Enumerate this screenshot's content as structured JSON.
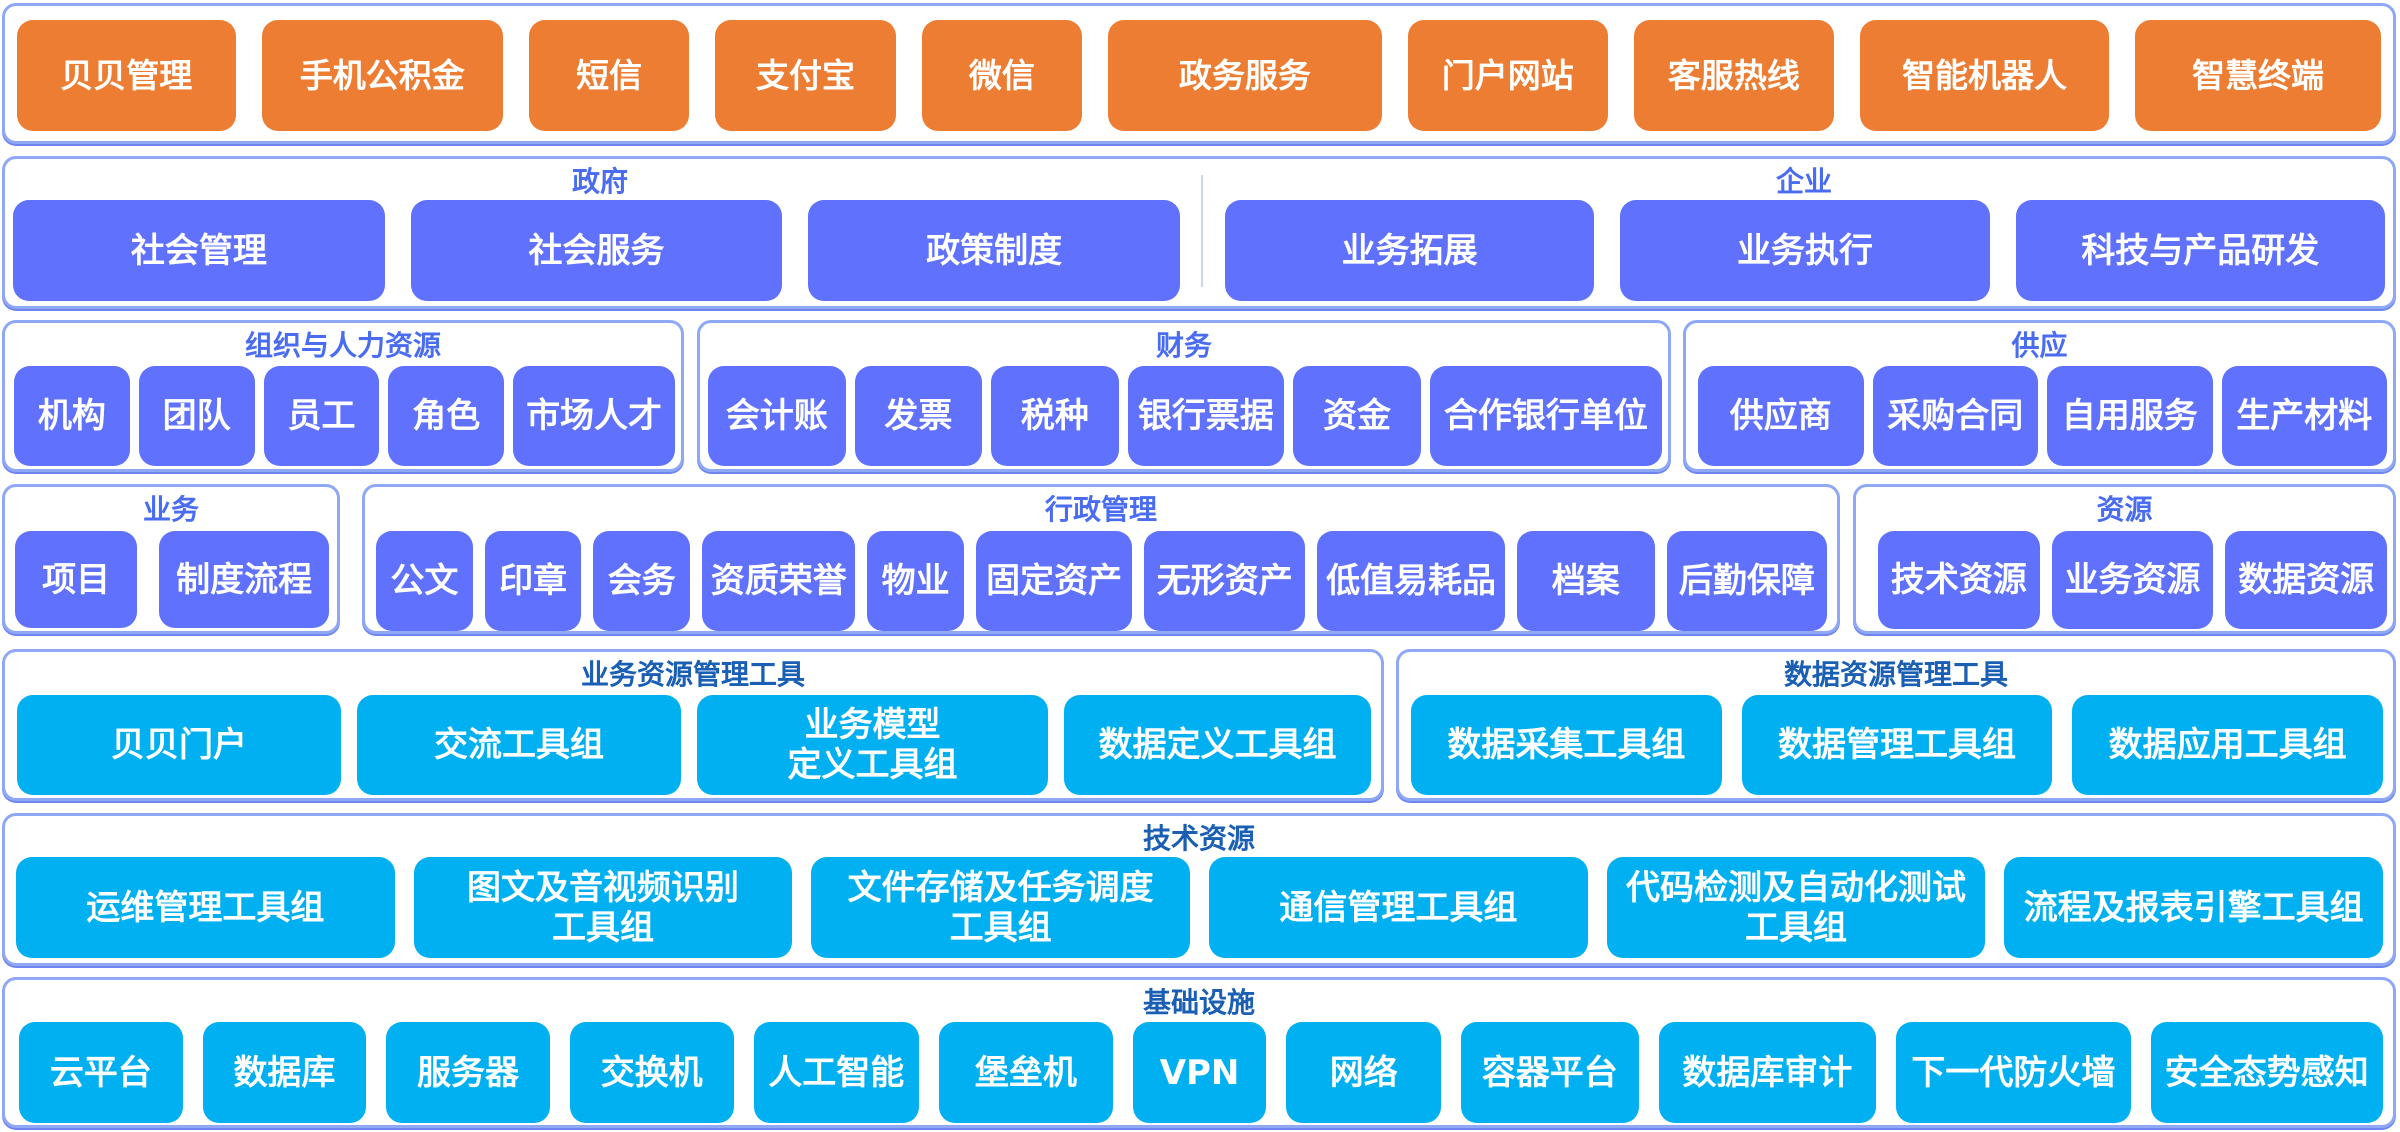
{
  "colors": {
    "channel": "#ec7d33",
    "business": "#5f71fd",
    "tools": "#00b0f0",
    "section_border": "#8fa8f5",
    "section_title": "#4a6cf0",
    "tools_title": "#1a5fb4"
  },
  "channels": {
    "items": [
      "贝贝管理",
      "手机公积金",
      "短信",
      "支付宝",
      "微信",
      "政务服务",
      "门户网站",
      "客服热线",
      "智能机器人",
      "智慧终端"
    ]
  },
  "gov": {
    "title": "政府",
    "items": [
      "社会管理",
      "社会服务",
      "政策制度"
    ]
  },
  "ent": {
    "title": "企业",
    "items": [
      "业务拓展",
      "业务执行",
      "科技与产品研发"
    ]
  },
  "org": {
    "title": "组织与人力资源",
    "items": [
      "机构",
      "团队",
      "员工",
      "角色",
      "市场人才"
    ]
  },
  "finance": {
    "title": "财务",
    "items": [
      "会计账",
      "发票",
      "税种",
      "银行票据",
      "资金",
      "合作银行单位"
    ]
  },
  "supply": {
    "title": "供应",
    "items": [
      "供应商",
      "采购合同",
      "自用服务",
      "生产材料"
    ]
  },
  "business": {
    "title": "业务",
    "items": [
      "项目",
      "制度流程"
    ]
  },
  "admin": {
    "title": "行政管理",
    "items": [
      "公文",
      "印章",
      "会务",
      "资质荣誉",
      "物业",
      "固定资产",
      "无形资产",
      "低值易耗品",
      "档案",
      "后勤保障"
    ]
  },
  "resources": {
    "title": "资源",
    "items": [
      "技术资源",
      "业务资源",
      "数据资源"
    ]
  },
  "biz_tools": {
    "title": "业务资源管理工具",
    "items": [
      "贝贝门户",
      "交流工具组",
      "业务模型\n定义工具组",
      "数据定义工具组"
    ]
  },
  "data_tools": {
    "title": "数据资源管理工具",
    "items": [
      "数据采集工具组",
      "数据管理工具组",
      "数据应用工具组"
    ]
  },
  "tech": {
    "title": "技术资源",
    "items": [
      "运维管理工具组",
      "图文及音视频识别\n工具组",
      "文件存储及任务调度\n工具组",
      "通信管理工具组",
      "代码检测及自动化测试\n工具组",
      "流程及报表引擎工具组"
    ]
  },
  "infra": {
    "title": "基础设施",
    "items": [
      "云平台",
      "数据库",
      "服务器",
      "交换机",
      "人工智能",
      "堡垒机",
      "VPN",
      "网络",
      "容器平台",
      "数据库审计",
      "下一代防火墙",
      "安全态势感知"
    ]
  }
}
